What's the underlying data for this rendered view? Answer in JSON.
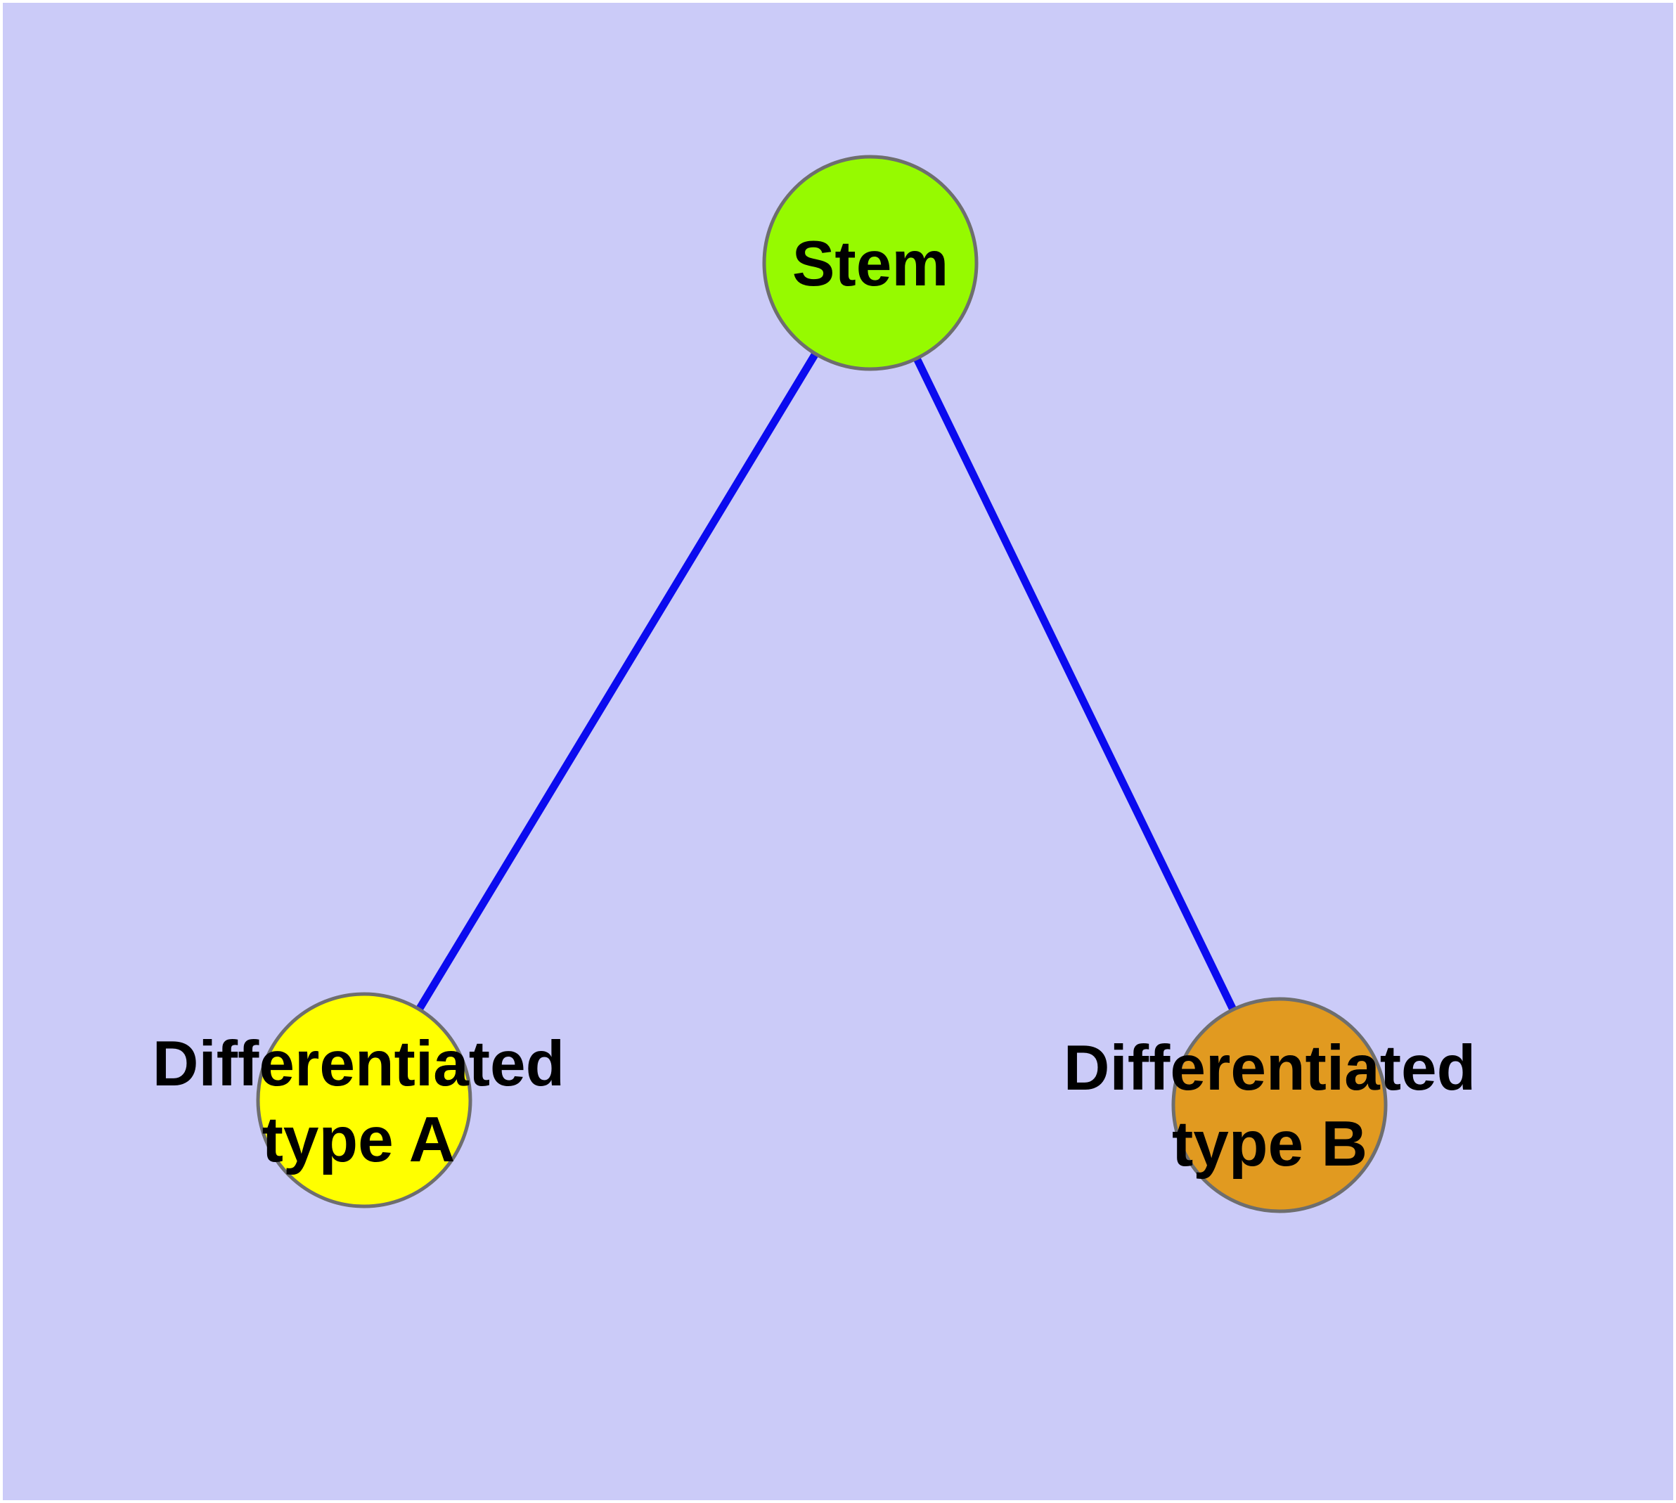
{
  "figure": {
    "background": "#ffffff",
    "plot_background": "#cbcbf8",
    "text_color": "#000000"
  },
  "graph": {
    "type": "node-link-diagram",
    "edge_color": "#0b0bef",
    "node_border_color": "#6e6e6e",
    "nodes": [
      {
        "id": "stem",
        "label": "Stem",
        "color": "#96fa00"
      },
      {
        "id": "differentiated-type-a",
        "label_line1": "Differentiated",
        "label_line2": "type A",
        "color": "#ffff00"
      },
      {
        "id": "differentiated-type-b",
        "label_line1": "Differentiated",
        "label_line2": "type B",
        "color": "#e19a20"
      }
    ],
    "edges": [
      {
        "from": "stem",
        "to": "differentiated-type-a"
      },
      {
        "from": "stem",
        "to": "differentiated-type-b"
      }
    ]
  }
}
